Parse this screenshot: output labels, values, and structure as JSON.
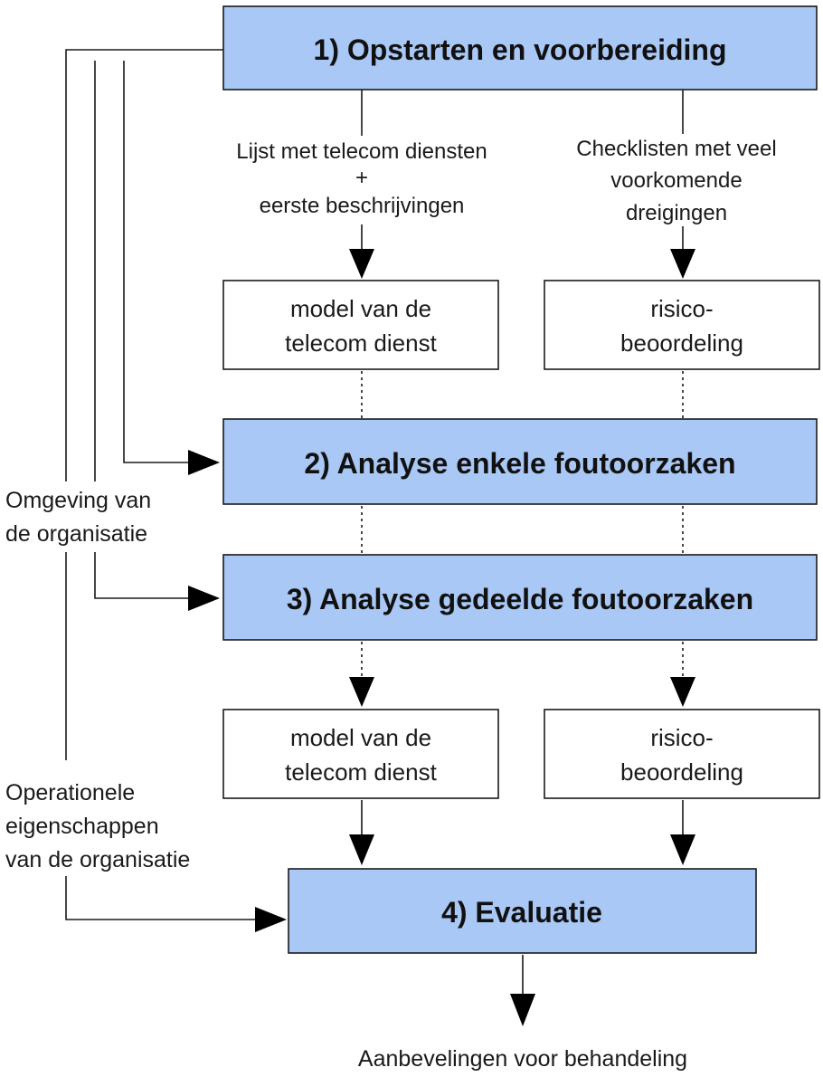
{
  "steps": {
    "step1": "1) Opstarten en voorbereiding",
    "step2": "2) Analyse enkele foutoorzaken",
    "step3": "3) Analyse gedeelde foutoorzaken",
    "step4": "4) Evaluatie"
  },
  "inputs": {
    "telecom_list": [
      "Lijst met telecom diensten",
      "+",
      "eerste beschrijvingen"
    ],
    "checklists": [
      "Checklisten met veel",
      "voorkomende",
      "dreigingen"
    ]
  },
  "outputs": {
    "model_top": [
      "model van de",
      "telecom dienst"
    ],
    "risk_top": [
      "risico-",
      "beoordeling"
    ],
    "model_bottom": [
      "model van de",
      "telecom dienst"
    ],
    "risk_bottom": [
      "risico-",
      "beoordeling"
    ]
  },
  "side_labels": {
    "environment": [
      "Omgeving van",
      "de organisatie"
    ],
    "operational": [
      "Operationele",
      "eigenschappen",
      "van de organisatie"
    ]
  },
  "result": "Aanbevelingen voor behandeling",
  "colors": {
    "step_fill": "#a9c8f5",
    "box_fill": "#ffffff",
    "stroke": "#1a1a1a"
  }
}
